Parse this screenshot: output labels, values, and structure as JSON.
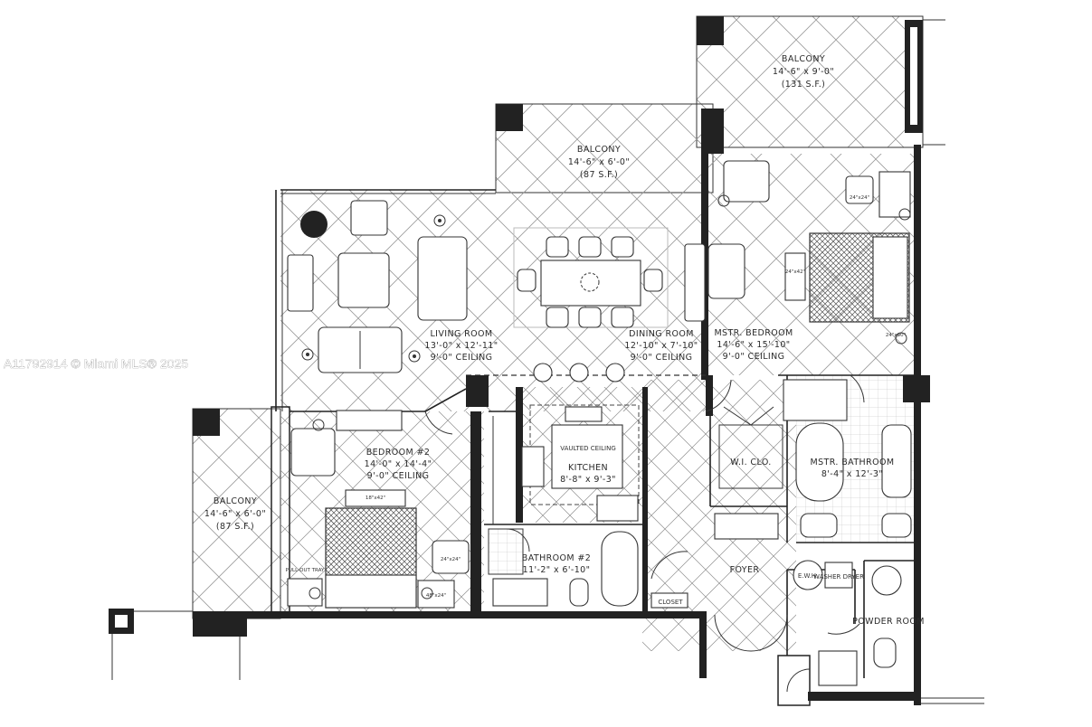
{
  "watermark": "A11792914 © Miami MLS® 2025",
  "rooms": {
    "balcony_top_right": {
      "name": "BALCONY",
      "dims": "14'-6\" x 9'-0\"",
      "area": "(131 S.F.)"
    },
    "balcony_top_mid": {
      "name": "BALCONY",
      "dims": "14'-6\" x 6'-0\"",
      "area": "(87 S.F.)"
    },
    "balcony_left": {
      "name": "BALCONY",
      "dims": "14'-6\" x 6'-0\"",
      "area": "(87 S.F.)"
    },
    "living_room": {
      "name": "LIVING ROOM",
      "dims": "13'-0\" x 12'-11\"",
      "ceiling": "9'-0\" CEILING"
    },
    "dining_room": {
      "name": "DINING ROOM",
      "dims": "12'-10\" x 7'-10\"",
      "ceiling": "9'-0\" CEILING"
    },
    "master_bedroom": {
      "name": "MSTR. BEDROOM",
      "dims": "14'-6\" x 15'-10\"",
      "ceiling": "9'-0\" CEILING"
    },
    "bedroom2": {
      "name": "BEDROOM #2",
      "dims": "14'-0\" x 14'-4\"",
      "ceiling": "9'-0\" CEILING"
    },
    "kitchen": {
      "ceiling": "VAULTED CEILING",
      "name": "KITCHEN",
      "dims": "8'-8\" x 9'-3\""
    },
    "wic": {
      "name": "W.I. CLO."
    },
    "master_bath": {
      "name": "MSTR. BATHROOM",
      "dims": "8'-4\" x 12'-3\""
    },
    "bathroom2": {
      "name": "BATHROOM #2",
      "dims": "11'-2\" x 6'-10\""
    },
    "foyer": {
      "name": "FOYER"
    },
    "closet": {
      "name": "CLOSET"
    },
    "washer_dryer": {
      "name": "WASHER DRYER",
      "heater": "E.W.H."
    },
    "powder_room": {
      "name": "POWDER ROOM"
    }
  },
  "furniture_tags": {
    "desk_master": "24\"x24\"",
    "dresser_master": "24\"x42\"",
    "tv_master": "24\"x60\"",
    "bed2_headboard": "18\"x42\"",
    "bed2_side": "24\"x24\"",
    "bed2_table": "48\"x24\"",
    "pullout_tray": "PULL-OUT TRAY"
  }
}
